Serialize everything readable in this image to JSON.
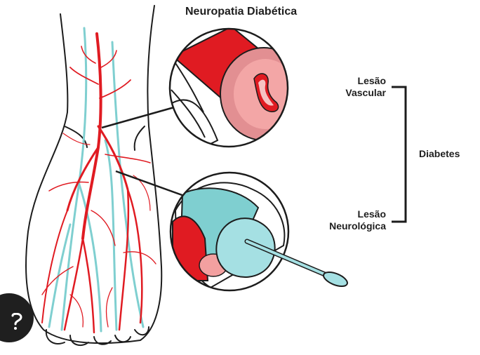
{
  "title": "Neuropatia Diabética",
  "labels": {
    "vascular": [
      "Lesão",
      "Vascular"
    ],
    "neurological": [
      "Lesão",
      "Neurológica"
    ],
    "diabetes": "Diabetes"
  },
  "colors": {
    "artery": "#e01b22",
    "nerve": "#7fcfd0",
    "vessel_inner": "#f3a0a0",
    "nerve_fill": "#a5e0e3",
    "outline": "#1c1c1c"
  },
  "icons": [
    "foot-illustration",
    "artery-cross-section-icon",
    "nerve-monofilament-icon",
    "bracket-icon",
    "watermark-badge-icon"
  ]
}
